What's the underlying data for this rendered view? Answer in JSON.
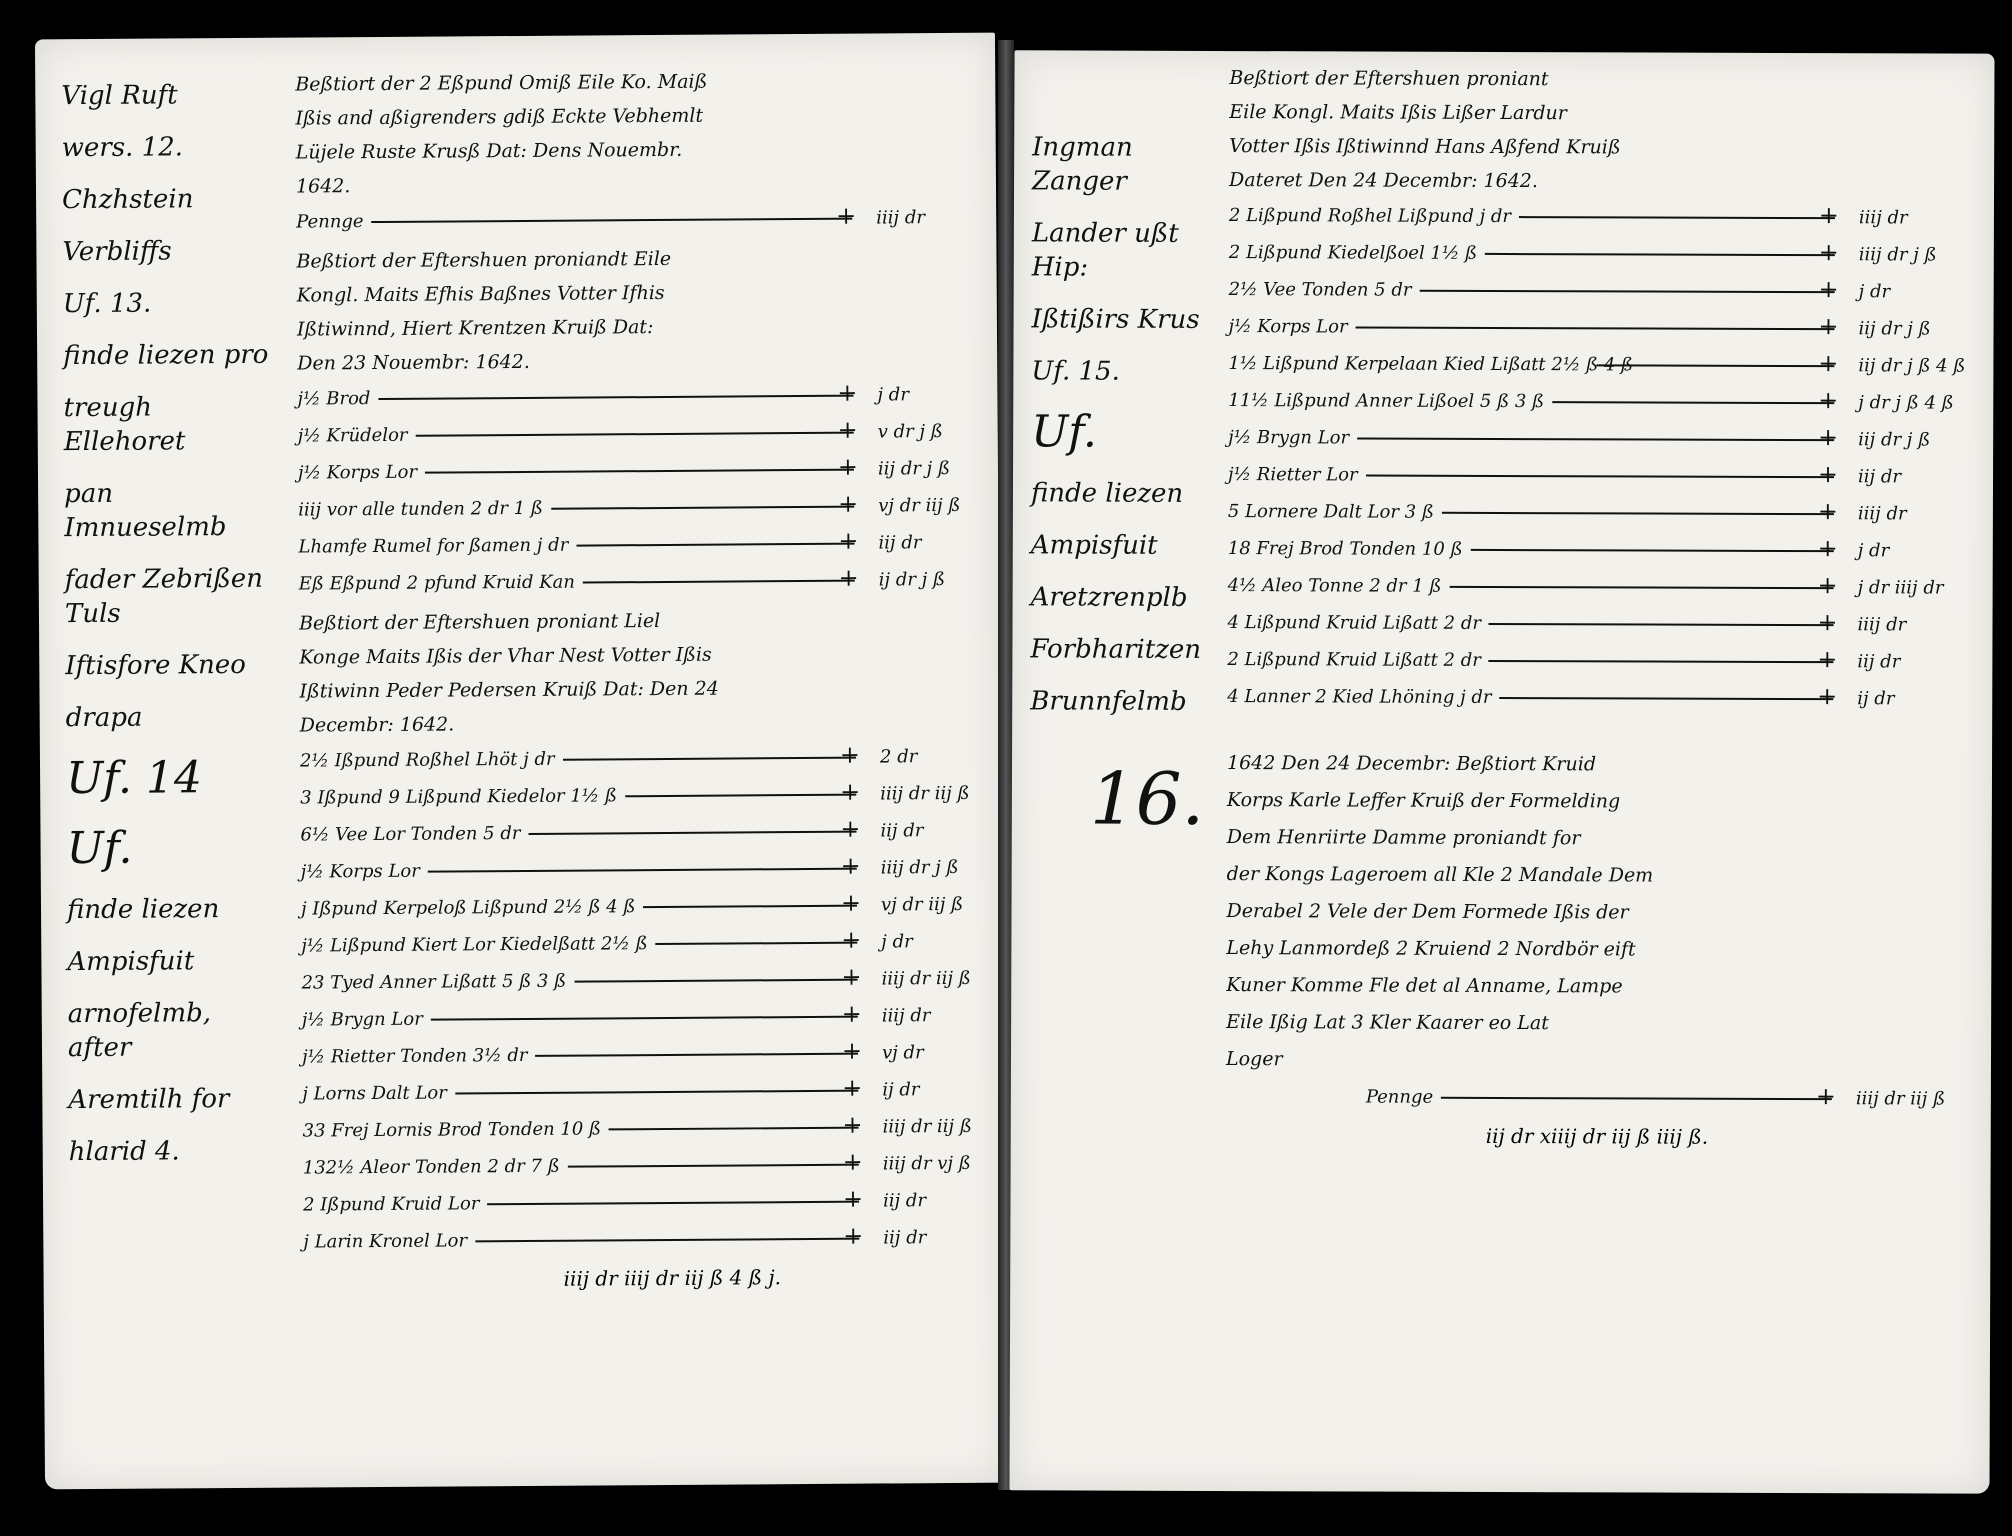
{
  "left_page": {
    "margin_notes": [
      "Vigl Ruft",
      "wers. 12.",
      "Chzhstein",
      "Verbliffs",
      "Uf. 13.",
      "finde liezen pro",
      "treugh Ellehoret",
      "pan Imnueselmb",
      "fader Zebrißen Tuls",
      "Iftisfore Kneo",
      "drapa",
      "Uf. 14",
      "Uf.",
      "finde liezen",
      "Ampisfuit",
      "arnofelmb, after",
      "Aremtilh for",
      "hlarid 4."
    ],
    "entries": [
      {
        "heading": [
          "Beßtiort der 2 Eßpund Omiß Eile Ko. Maiß",
          "Ißis and aßigrenders gdiß Eckte Vebhemlt",
          "Lüjele Ruste Krusß Dat: Dens Nouembr.",
          "1642."
        ],
        "lines": [
          {
            "desc": "Pennge",
            "amount": "iiij dr"
          }
        ]
      },
      {
        "heading": [
          "Beßtiort der Eftershuen proniandt Eile",
          "Kongl. Maits Efhis Baßnes Votter Ifhis",
          "Ißtiwinnd, Hiert Krentzen Kruiß Dat:",
          "Den 23 Nouembr: 1642."
        ],
        "lines": [
          {
            "desc": "j½ Brod",
            "amount": "j dr"
          },
          {
            "desc": "j½ Krüdelor",
            "amount": "v dr j ß"
          },
          {
            "desc": "j½ Korps Lor",
            "amount": "iij dr j ß"
          },
          {
            "desc": "iiij vor alle tunden 2 dr 1 ß",
            "amount": "vj dr iij ß"
          },
          {
            "desc": "Lhamfe Rumel for ßamen j dr",
            "amount": "iij dr"
          },
          {
            "desc": "Eß Eßpund 2 pfund Kruid Kan",
            "amount": "ij dr j ß"
          }
        ]
      },
      {
        "heading": [
          "Beßtiort der Eftershuen proniant Liel",
          "Konge Maits Ißis der Vhar Nest Votter Ißis",
          "Ißtiwinn Peder Pedersen Kruiß Dat: Den 24",
          "Decembr: 1642."
        ],
        "lines": [
          {
            "desc": "2½ Ißpund Roßhel Lhöt j dr",
            "amount": "2 dr"
          },
          {
            "desc": "3 Ißpund 9 Lißpund Kiedelor 1½ ß",
            "amount": "iiij dr iij ß"
          },
          {
            "desc": "6½ Vee Lor Tonden 5 dr",
            "amount": "iij dr"
          },
          {
            "desc": "j½ Korps Lor",
            "amount": "iiij dr j ß"
          },
          {
            "desc": "j Ißpund Kerpeloß Lißpund 2½ ß 4 ß",
            "amount": "vj dr iij ß"
          },
          {
            "desc": "j½ Lißpund Kiert Lor Kiedelßatt 2½ ß",
            "amount": "j dr"
          },
          {
            "desc": "23 Tyed Anner Lißatt 5 ß 3 ß",
            "amount": "iiij dr iij ß"
          },
          {
            "desc": "j½ Brygn Lor",
            "amount": "iiij dr"
          },
          {
            "desc": "j½ Rietter Tonden 3½ dr",
            "amount": "vj dr"
          },
          {
            "desc": "j Lorns Dalt Lor",
            "amount": "ij dr"
          },
          {
            "desc": "33 Frej Lornis Brod Tonden 10 ß",
            "amount": "iiij dr iij ß"
          },
          {
            "desc": "132½ Aleor Tonden 2 dr 7 ß",
            "amount": "iiij dr vj ß"
          },
          {
            "desc": "2 Ißpund Kruid Lor",
            "amount": "iij dr"
          },
          {
            "desc": "j Larin Kronel Lor",
            "amount": "iij dr"
          }
        ]
      }
    ],
    "total": "iiij dr iiij dr iij ß 4 ß j."
  },
  "right_page": {
    "margin_notes": [
      "Ingman Zanger",
      "Lander ußt Hip:",
      "Ißtißirs Krus",
      "Uf. 15.",
      "Uf.",
      "finde liezen",
      "Ampisfuit",
      "Aretzrenplb",
      "Forbharitzen",
      "Brunnfelmb",
      "16."
    ],
    "entries": [
      {
        "heading": [
          "Beßtiort der Eftershuen proniant",
          "Eile Kongl. Maits Ißis Lißer Lardur",
          "Votter Ißis Ißtiwinnd Hans Aßfend Kruiß",
          "Dateret Den 24 Decembr: 1642."
        ],
        "lines": [
          {
            "desc": "2 Lißpund Roßhel Lißpund j dr",
            "amount": "iiij dr"
          },
          {
            "desc": "2 Lißpund Kiedelßoel 1½ ß",
            "amount": "iiij dr j ß"
          },
          {
            "desc": "2½ Vee Tonden 5 dr",
            "amount": "j dr"
          },
          {
            "desc": "j½ Korps Lor",
            "amount": "iij dr j ß"
          },
          {
            "desc": "1½ Lißpund Kerpelaan Kied Lißatt 2½ ß 4 ß",
            "amount": "iij dr j ß 4 ß"
          },
          {
            "desc": "11½ Lißpund Anner Lißoel 5 ß 3 ß",
            "amount": "j dr j ß 4 ß"
          },
          {
            "desc": "j½ Brygn Lor",
            "amount": "iij dr j ß"
          },
          {
            "desc": "j½ Rietter Lor",
            "amount": "iij dr"
          },
          {
            "desc": "5 Lornere Dalt Lor 3 ß",
            "amount": "iiij dr"
          },
          {
            "desc": "18 Frej Brod Tonden 10 ß",
            "amount": "j dr"
          },
          {
            "desc": "4½ Aleo Tonne 2 dr 1 ß",
            "amount": "j dr iiij dr"
          },
          {
            "desc": "4 Lißpund Kruid Lißatt 2 dr",
            "amount": "iiij dr"
          },
          {
            "desc": "2 Lißpund Kruid Lißatt 2 dr",
            "amount": "iij dr"
          },
          {
            "desc": "4 Lanner 2 Kied Lhöning j dr",
            "amount": "ij dr"
          }
        ]
      }
    ],
    "note": [
      "1642 Den 24 Decembr: Beßtiort Kruid",
      "Korps Karle Leffer Kruiß der Formelding",
      "Dem Henriirte Damme proniandt for",
      "der Kongs Lageroem all Kle 2 Mandale Dem",
      "Derabel 2 Vele der Dem Formede Ißis der",
      "Lehy Lanmordeß 2 Kruiend 2 Nordbör eift",
      "Kuner Komme Fle det al Anname, Lampe",
      "Eile Ißig Lat 3 Kler Kaarer eo Lat",
      "Loger"
    ],
    "note_line": {
      "desc": "Pennge",
      "amount": "iiij dr iij ß"
    },
    "total": "iij dr xiiij dr iij ß iiij ß."
  }
}
